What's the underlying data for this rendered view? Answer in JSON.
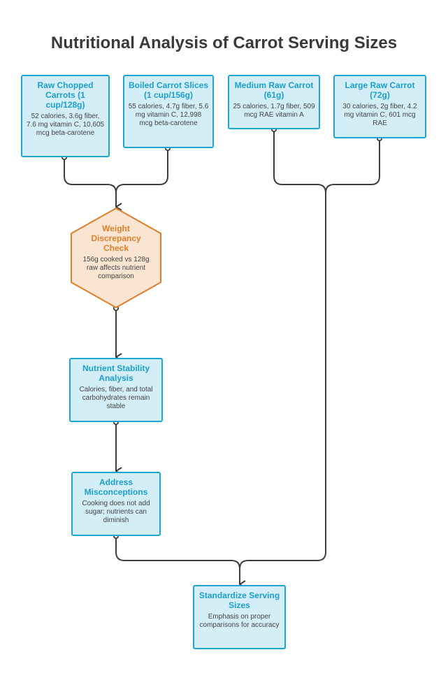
{
  "title": "Nutritional Analysis of Carrot Serving Sizes",
  "nodes": {
    "raw_chopped": {
      "title": "Raw Chopped Carrots (1 cup/128g)",
      "desc": "52 calories, 3.6g fiber, 7.6 mg vitamin C, 10,605 mcg beta-carotene"
    },
    "boiled_slices": {
      "title": "Boiled Carrot Slices (1 cup/156g)",
      "desc": "55 calories, 4.7g fiber, 5.6 mg vitamin C, 12,998 mcg beta-carotene"
    },
    "medium_raw": {
      "title": "Medium Raw Carrot (61g)",
      "desc": "25 calories, 1.7g fiber, 509 mcg RAE vitamin A"
    },
    "large_raw": {
      "title": "Large Raw Carrot (72g)",
      "desc": "30 calories, 2g fiber, 4.2 mg vitamin C, 601 mcg RAE"
    },
    "weight_check": {
      "title": "Weight Discrepancy Check",
      "desc": "156g cooked vs 128g raw affects nutrient comparison"
    },
    "nutrient_stability": {
      "title": "Nutrient Stability Analysis",
      "desc": "Calories, fiber, and total carbohydrates remain stable"
    },
    "misconceptions": {
      "title": "Address Misconceptions",
      "desc": "Cooking does not add sugar; nutrients can diminish"
    },
    "standardize": {
      "title": "Standardize Serving Sizes",
      "desc": "Emphasis on proper comparisons for accuracy"
    }
  },
  "colors": {
    "box_fill": "#d4eef8",
    "box_border": "#1ea4d1",
    "box_title": "#1a9fd0",
    "hex_fill": "#fae5d3",
    "hex_border": "#e07f2a",
    "connector": "#3d3d3d"
  }
}
